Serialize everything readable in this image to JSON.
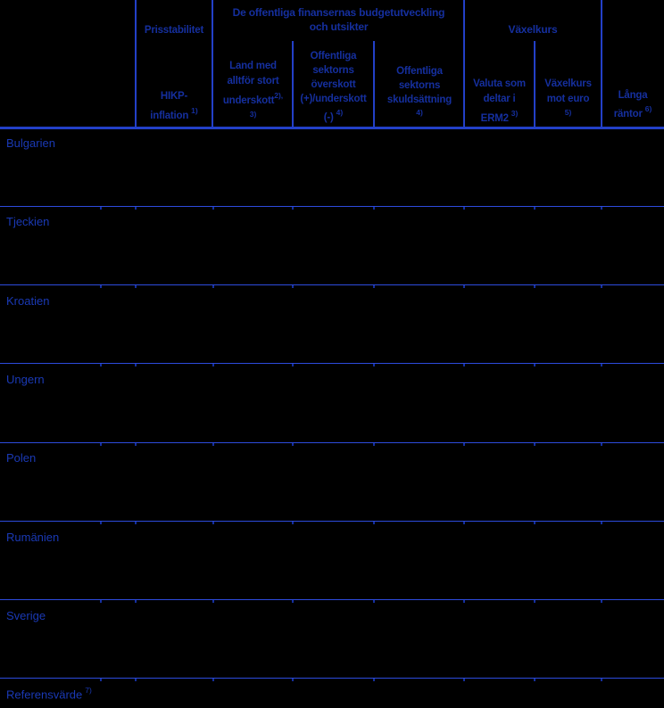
{
  "colors": {
    "background": "#000000",
    "header_text": "#152f9e",
    "row_text": "#1a39b4",
    "line": "#2340c8",
    "separator": "#2d4bdd"
  },
  "header": {
    "prisstabilitet": "Prisstabilitet",
    "budget": {
      "line1": "De offentliga finansernas budgetutveckling",
      "line2": "och utsikter"
    },
    "vaxelkurs": "Växelkurs",
    "cols": {
      "hikp": {
        "line1": "HIKP-",
        "line2": "inflation",
        "sup": "1)"
      },
      "underskott": {
        "line1": "Land med",
        "line2": "alltför stort",
        "line3": "underskott",
        "sup1": "2),",
        "sup2": "3)"
      },
      "overskott": {
        "line1": "Offentliga",
        "line2": "sektorns",
        "line3": "överskott",
        "line4": "(+)/underskott",
        "line5": "(-)",
        "sup": "4)"
      },
      "skuldsattning": {
        "line1": "Offentliga",
        "line2": "sektorns",
        "line3": "skuldsättning",
        "sup": "4)"
      },
      "erm2": {
        "line1": "Valuta som",
        "line2": "deltar i",
        "line3": "ERM2",
        "sup": "3)"
      },
      "kurs_euro": {
        "line1": "Växelkurs",
        "line2": "mot euro",
        "sup": "5)"
      },
      "langa_rantor": {
        "line1": "Långa",
        "line2": "räntor",
        "sup": "6)"
      }
    }
  },
  "rows": [
    {
      "label": "Bulgarien"
    },
    {
      "label": "Tjeckien"
    },
    {
      "label": "Kroatien"
    },
    {
      "label": "Ungern"
    },
    {
      "label": "Polen"
    },
    {
      "label": "Rumänien"
    },
    {
      "label": "Sverige"
    },
    {
      "label": "Referensvärde",
      "sup": "7)"
    }
  ]
}
